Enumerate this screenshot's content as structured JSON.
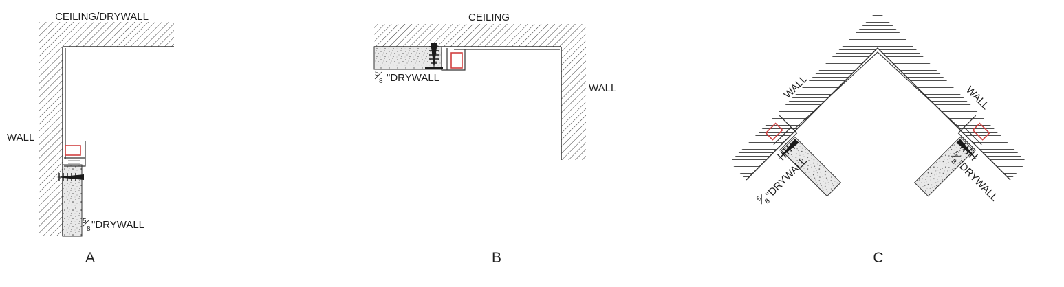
{
  "detail_a": {
    "caption": "A",
    "ceiling_label": "CEILING/DRYWALL",
    "wall_label": "WALL",
    "drywall_numerator": "5",
    "drywall_denominator": "8",
    "drywall_label": "\"DRYWALL"
  },
  "detail_b": {
    "caption": "B",
    "ceiling_label": "CEILING",
    "wall_label": "WALL",
    "drywall_numerator": "5",
    "drywall_denominator": "8",
    "drywall_label": "\"DRYWALL"
  },
  "detail_c": {
    "caption": "C",
    "left_wall_label": "WALL",
    "right_wall_label": "WALL",
    "left_drywall_numerator": "5",
    "left_drywall_denominator": "8",
    "left_drywall_label": "\"DRYWALL",
    "right_drywall_numerator": "5",
    "right_drywall_denominator": "8",
    "right_drywall_label": "\"DRYWALL"
  },
  "colors": {
    "line": "#333333",
    "hatch": "#3a3a3a",
    "channel": "#d04040",
    "drywall_fill": "#e6e6e6",
    "screw": "#1a1a1a"
  }
}
